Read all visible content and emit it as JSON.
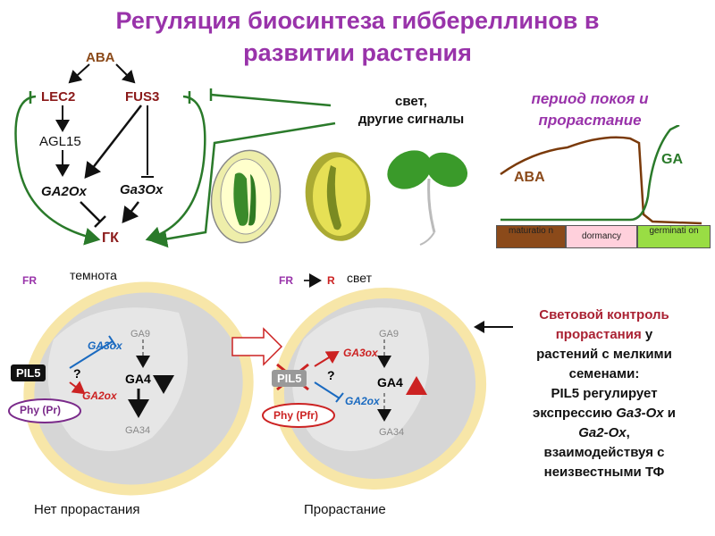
{
  "title": {
    "line1": "Регуляция биосинтеза гиббереллинов в",
    "line2": "развитии растения"
  },
  "pathway": {
    "aba": "ABA",
    "lec2": "LEC2",
    "fus3": "FUS3",
    "agl15": "AGL15",
    "ga2ox": "GA2Ox",
    "ga3ox": "Ga3Ox",
    "gk": "ГК"
  },
  "signals": {
    "line1": "свет,",
    "line2": "другие сигналы"
  },
  "period": {
    "line1": "период покоя и",
    "line2": "прорастание",
    "aba_label": "ABA",
    "ga_label": "GA",
    "bars": [
      "maturatio n",
      "dormancy",
      "germinati on"
    ],
    "colors": {
      "maturation": "#8b4a1a",
      "dormancy": "#ffd0dc",
      "germination": "#99dd44"
    }
  },
  "left_seed": {
    "fr": "FR",
    "label": "темнота",
    "ga9": "GA9",
    "ga3ox": "GA3ox",
    "ga2ox": "GA2ox",
    "pil5": "PIL5",
    "q": "?",
    "ga4": "GA4",
    "ga34": "GA34",
    "phy": "Phy (Pr)",
    "caption": "Нет прорастания"
  },
  "right_seed": {
    "fr": "FR",
    "r": "R",
    "label": "свет",
    "ga9": "GA9",
    "ga3ox": "GA3ox",
    "ga2ox": "GA2ox",
    "pil5": "PIL5",
    "q": "?",
    "ga4": "GA4",
    "ga34": "GA34",
    "phy": "Phy (Pfr)",
    "caption": "Прорастание"
  },
  "light_control": {
    "l1": "Световой контроль",
    "l2a": "прорастания",
    "l2b": " у",
    "l3": "растений с мелкими",
    "l4": "семенами:",
    "l5": "PIL5 регулирует",
    "l6a": "экспрессию ",
    "l6b": "Ga3-Ox",
    "l6c": " и",
    "l7a": "Ga2-Ox",
    "l7b": ",",
    "l8": "взаимодействуя с",
    "l9": "неизвестными ТФ"
  }
}
